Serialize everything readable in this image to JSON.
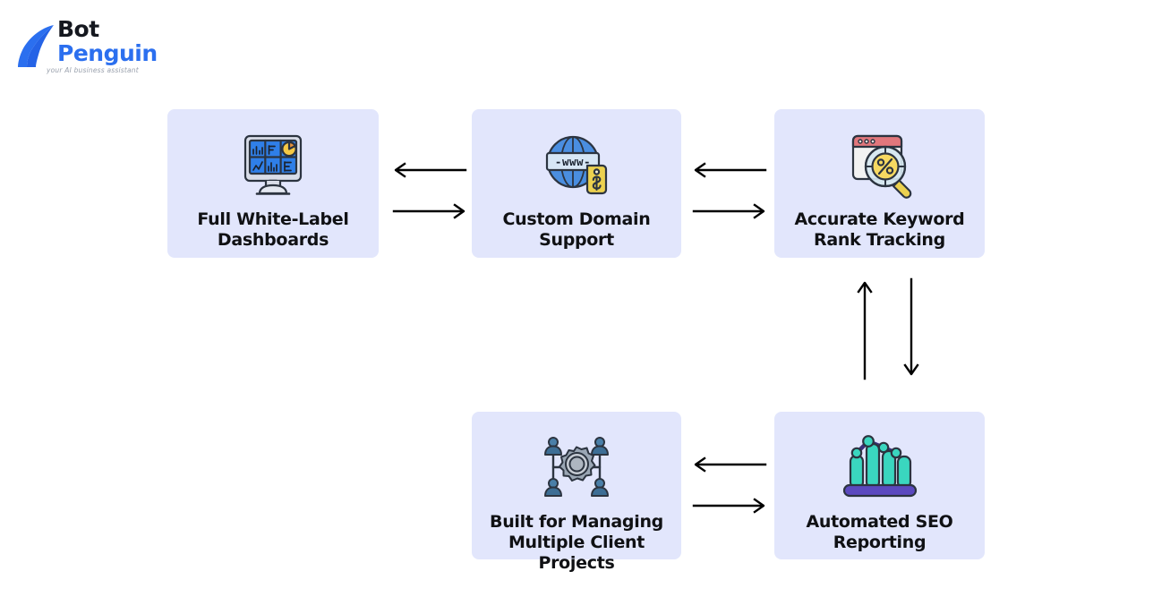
{
  "brand": {
    "name_line1": "Bot",
    "name_line2": "Penguin",
    "tagline": "your AI business assistant",
    "mark_color": "#2b6fef",
    "text_color": "#15181f"
  },
  "theme": {
    "page_background": "#ffffff",
    "card_background": "#e2e6fc",
    "card_text_color": "#101114",
    "arrow_color": "#000000"
  },
  "cards": [
    {
      "id": "full-white-label-dashboards",
      "label": "Full White-Label\nDashboards",
      "icon": "dashboard-monitor-icon"
    },
    {
      "id": "custom-domain-support",
      "label": "Custom Domain\nSupport",
      "icon": "globe-www-price-tag-icon"
    },
    {
      "id": "accurate-keyword-rank-tracking",
      "label": "Accurate Keyword\nRank Tracking",
      "icon": "magnifier-percent-browser-icon"
    },
    {
      "id": "built-for-managing-multiple-client-projects",
      "label": "Built for Managing\nMultiple Client Projects",
      "icon": "users-gear-network-icon"
    },
    {
      "id": "automated-seo-reporting",
      "label": "Automated SEO\nReporting",
      "icon": "bar-chart-trend-icon"
    }
  ],
  "connectors": [
    {
      "id": "dashboards-domain",
      "top_arrow_direction": "left",
      "bottom_arrow_direction": "right",
      "orientation": "horizontal"
    },
    {
      "id": "domain-rank",
      "top_arrow_direction": "left",
      "bottom_arrow_direction": "right",
      "orientation": "horizontal"
    },
    {
      "id": "rank-reporting",
      "left_arrow_direction": "up",
      "right_arrow_direction": "down",
      "orientation": "vertical"
    },
    {
      "id": "reporting-projects",
      "top_arrow_direction": "left",
      "bottom_arrow_direction": "right",
      "orientation": "horizontal"
    }
  ]
}
